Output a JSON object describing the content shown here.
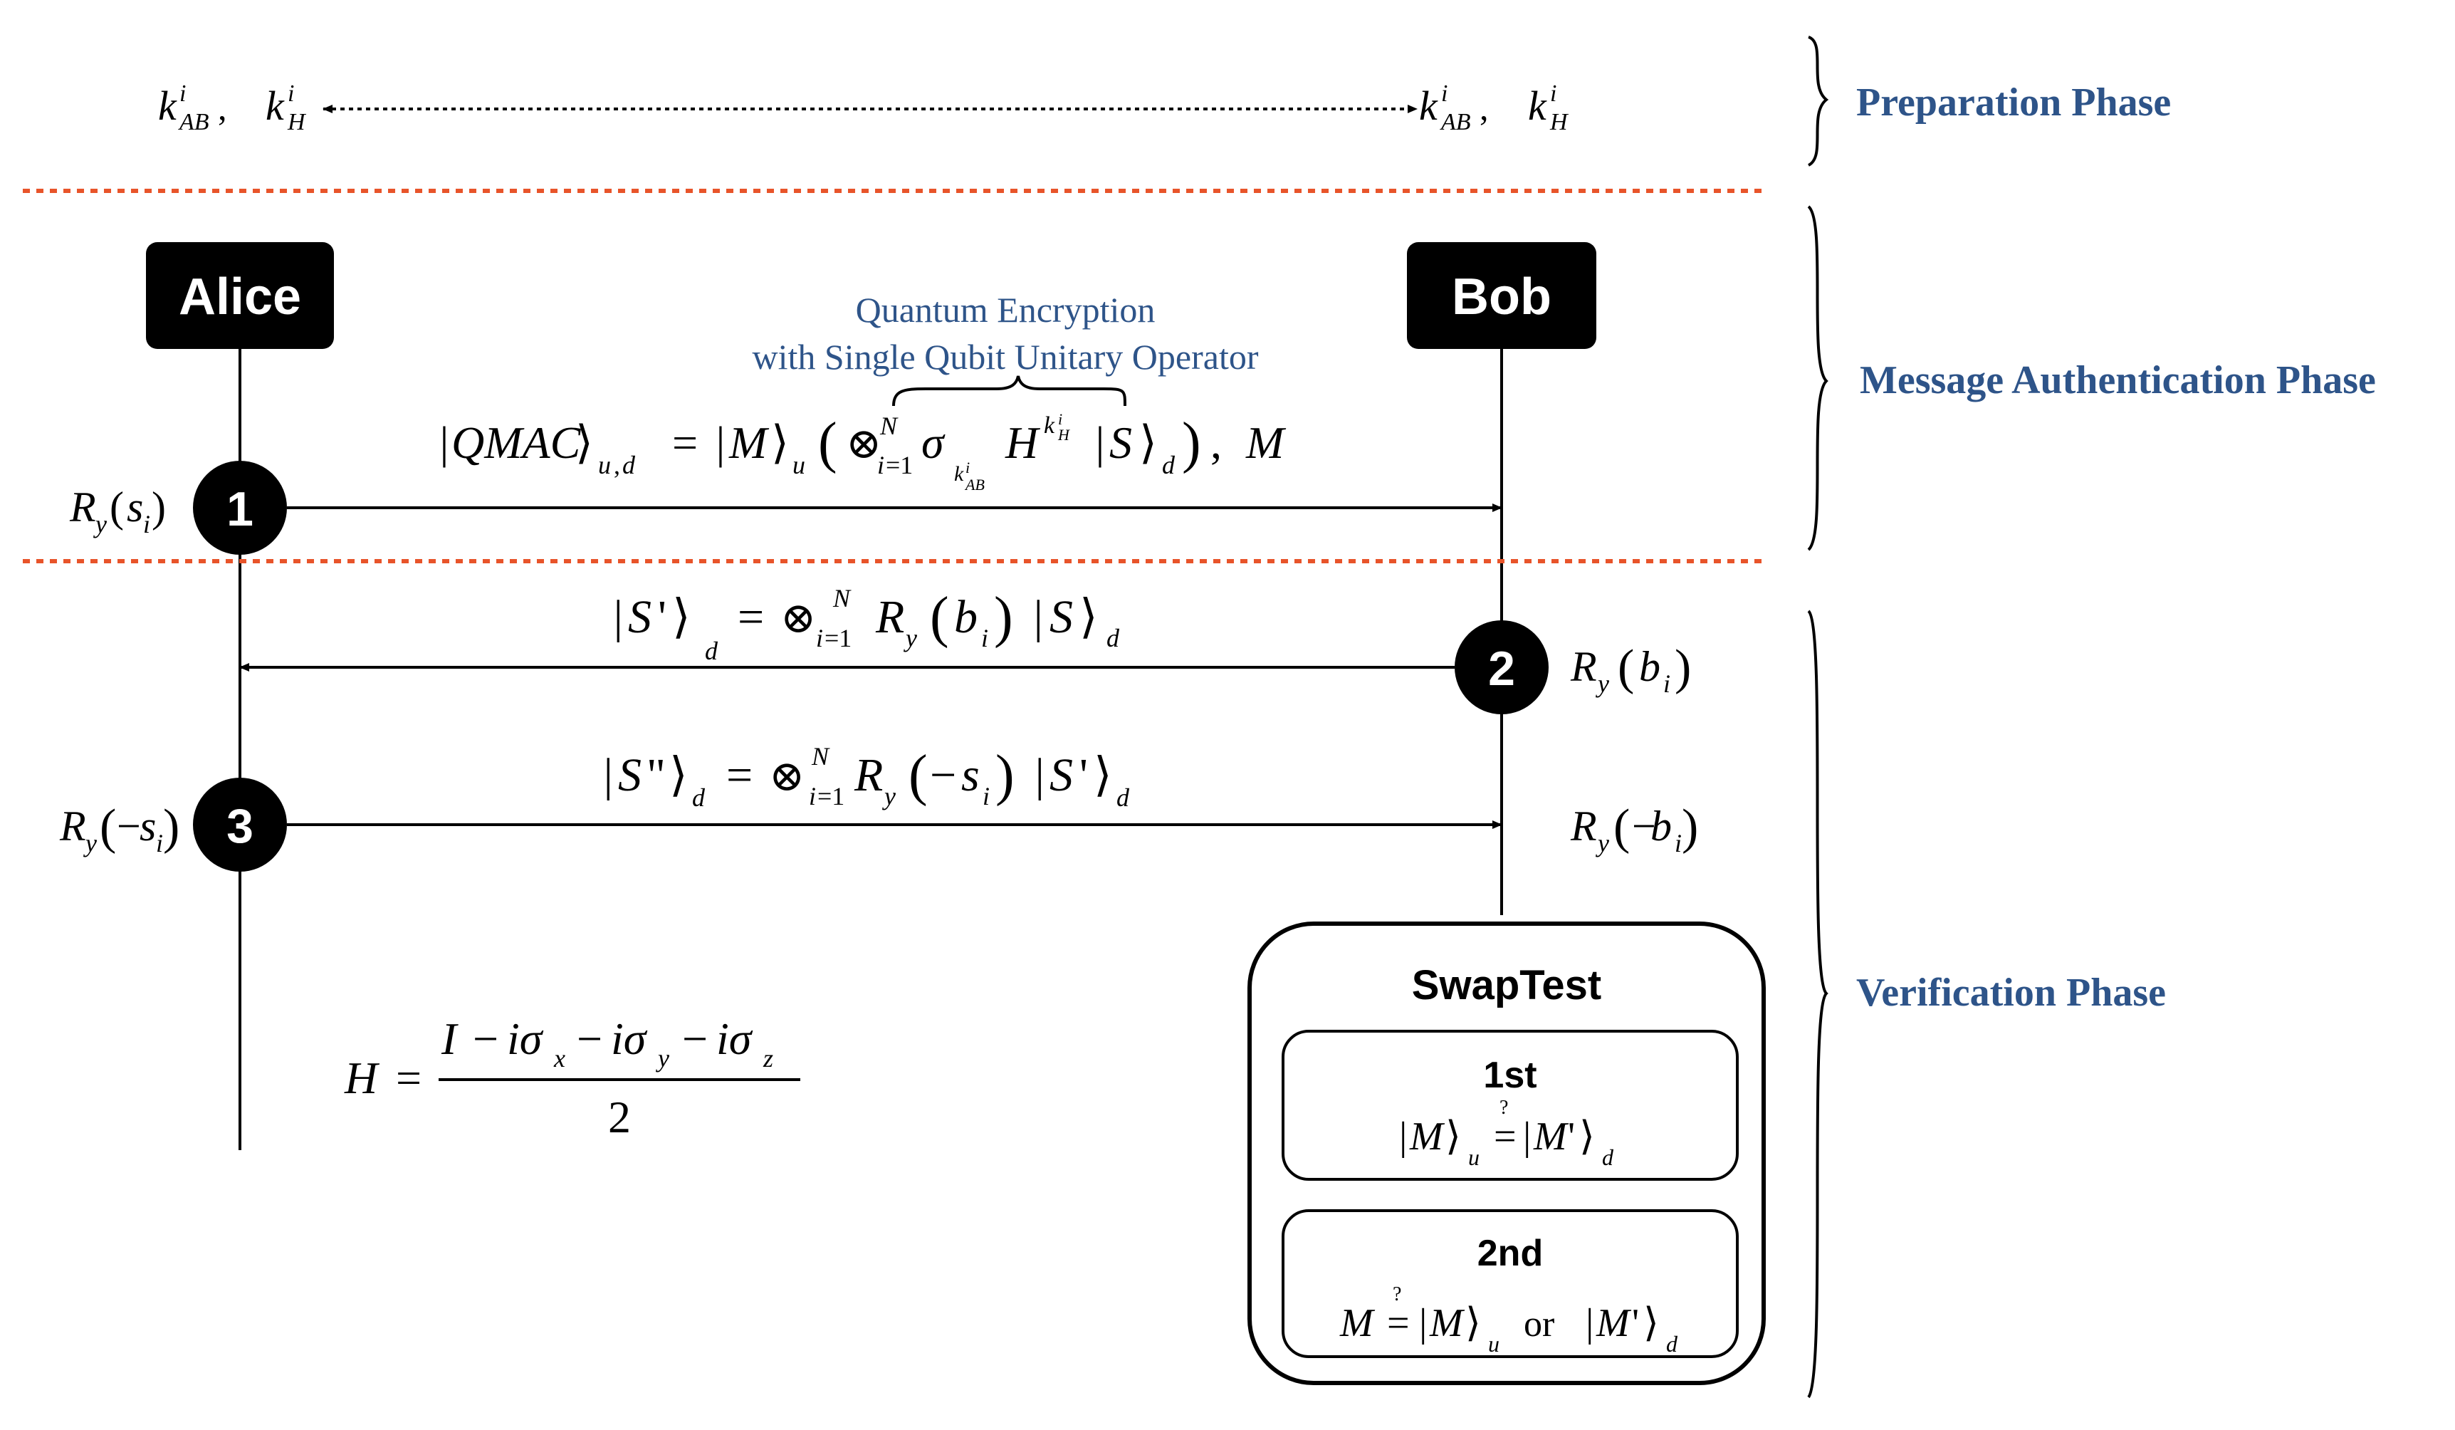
{
  "phases": {
    "preparation": "Preparation Phase",
    "message_authentication": "Message Authentication Phase",
    "verification": "Verification Phase"
  },
  "participants": {
    "alice": "Alice",
    "bob": "Bob"
  },
  "steps": {
    "one": "1",
    "two": "2",
    "three": "3"
  },
  "annotation": {
    "line1": "Quantum Encryption",
    "line2": "with Single Qubit Unitary Operator"
  },
  "swap_test": {
    "title": "SwapTest",
    "first_label": "1st",
    "second_label": "2nd",
    "or_text": "or"
  },
  "colors": {
    "phase_text": "#2e5489",
    "separator": "#e8542a",
    "box_fill": "#000000",
    "box_text": "#ffffff"
  }
}
